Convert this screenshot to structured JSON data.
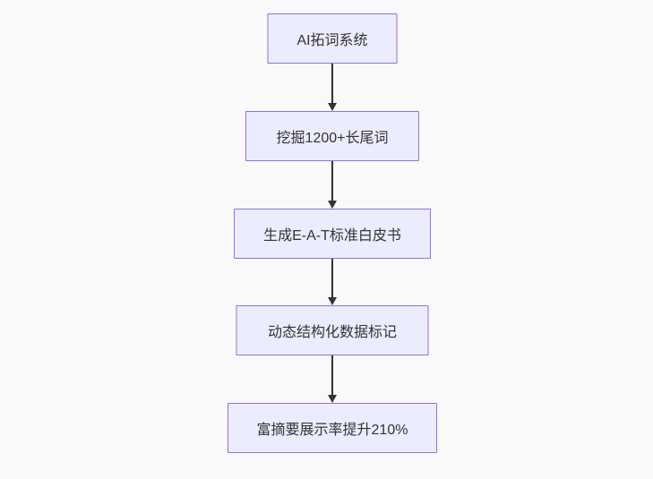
{
  "diagram": {
    "type": "flowchart",
    "direction": "top-down",
    "nodes": [
      {
        "id": "A",
        "label": "AI拓词系统"
      },
      {
        "id": "B",
        "label": "挖掘1200+长尾词"
      },
      {
        "id": "C",
        "label": "生成E-A-T标准白皮书"
      },
      {
        "id": "D",
        "label": "动态结构化数据标记"
      },
      {
        "id": "E",
        "label": "富摘要展示率提升210%"
      }
    ],
    "edges": [
      {
        "from": "A",
        "to": "B"
      },
      {
        "from": "B",
        "to": "C"
      },
      {
        "from": "C",
        "to": "D"
      },
      {
        "from": "D",
        "to": "E"
      }
    ],
    "colors": {
      "background": "#f9f9f9",
      "node_fill": "#ECECFF",
      "node_border": "#9370DB",
      "text": "#333333",
      "arrow": "#333333"
    }
  }
}
